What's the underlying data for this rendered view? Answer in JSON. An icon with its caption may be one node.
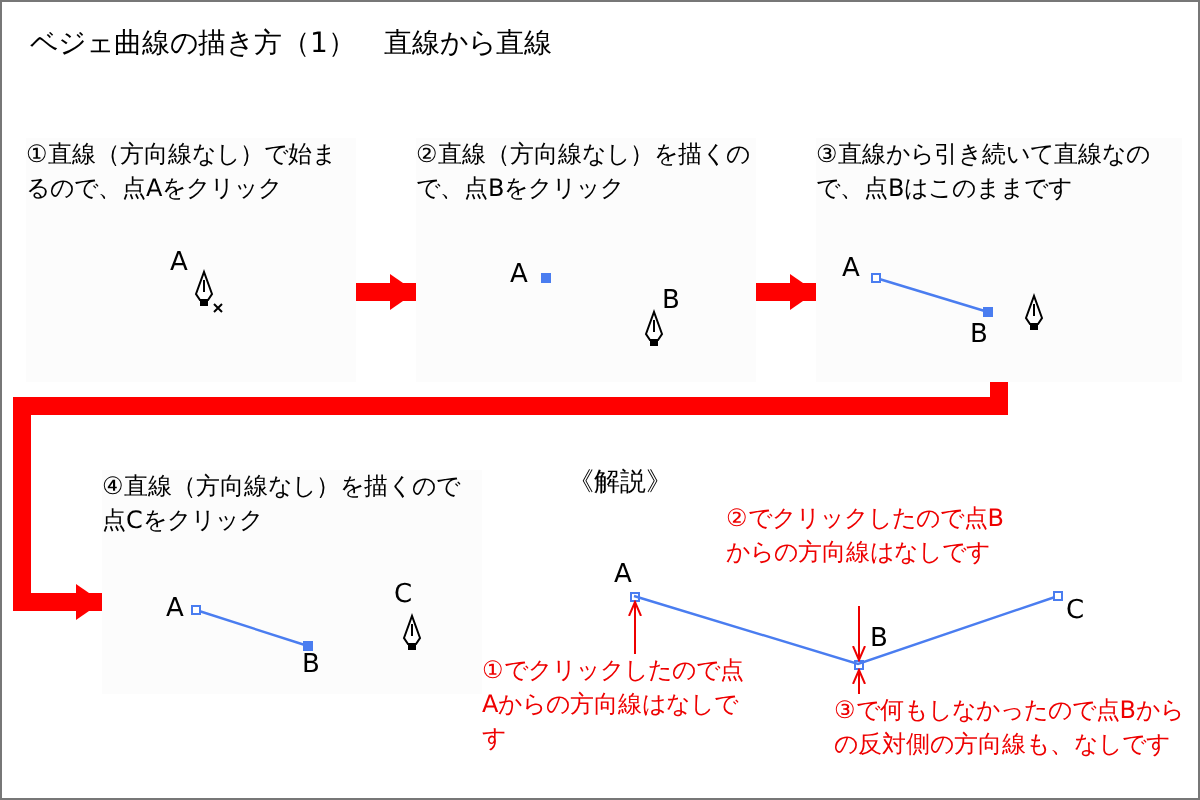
{
  "diagram": {
    "title": "ベジェ曲線の描き方（1）　直線から直線",
    "nodes": [
      {
        "text": [
          "①直線（方向線なし）で始まるので、点Aをクリック"
        ]
      },
      {
        "text": [
          "②直線（方向線なし）を描くので、点Bをクリック"
        ]
      },
      {
        "text": [
          "③直線から引き続いて直線なので、点Bはこのままです"
        ]
      },
      {
        "text": [
          "④直線（方向線なし）を描くので点Cをクリック"
        ]
      },
      {
        "text": [
          "①でクリックしたので点Aからの方向線はなしです"
        ]
      },
      {
        "text": [
          "②でクリックしたので点Bからの方向線はなしです"
        ]
      },
      {
        "text": [
          "③で何もしなかったので点Bからの反対側の方向線も、なしです"
        ]
      },
      {
        "text": [],
        "shape": "box"
      },
      {
        "text": [],
        "shape": "box"
      }
    ],
    "edges": [
      {
        "from": 0,
        "to": 1,
        "arrow": "to",
        "style": "thick"
      },
      {
        "from": 1,
        "to": 2,
        "arrow": "to",
        "style": "thick"
      },
      {
        "from": 2,
        "to": 3,
        "arrow": "to",
        "style": "thick"
      },
      {
        "from": 4,
        "to": 7,
        "arrow": "to"
      },
      {
        "from": 5,
        "to": 8,
        "arrow": "to"
      },
      {
        "from": 6,
        "to": 8,
        "arrow": "to"
      }
    ],
    "labels": [
      "A",
      "A",
      "B",
      "A",
      "B",
      "《解説》",
      "A",
      "B",
      "C",
      "A",
      "C",
      "B"
    ]
  }
}
